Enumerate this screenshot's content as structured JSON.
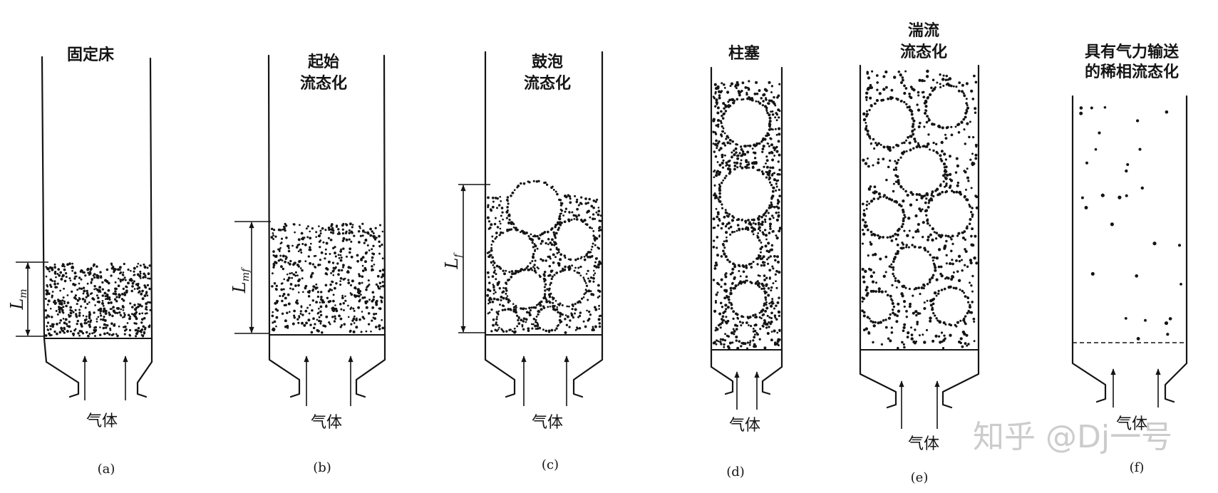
{
  "panels": {
    "a": {
      "title": [
        "固定床"
      ],
      "height_label": {
        "symbol": "L",
        "subscript": "m"
      },
      "gas_label": "气体",
      "caption": "(a)"
    },
    "b": {
      "title": [
        "起始",
        "流态化"
      ],
      "height_label": {
        "symbol": "L",
        "subscript": "mf"
      },
      "gas_label": "气体",
      "caption": "(b)"
    },
    "c": {
      "title": [
        "鼓泡",
        "流态化"
      ],
      "height_label": {
        "symbol": "L",
        "subscript": "f"
      },
      "gas_label": "气体",
      "caption": "(c)"
    },
    "d": {
      "title": [
        "柱塞"
      ],
      "gas_label": "气体",
      "caption": "(d)"
    },
    "e": {
      "title": [
        "湍流",
        "流态化"
      ],
      "gas_label": "气体",
      "caption": "(e)"
    },
    "f": {
      "title": [
        "具有气力输送",
        "的稀相流态化"
      ],
      "gas_label": "气体",
      "caption": "(f)"
    }
  },
  "watermark": "知乎 @Dj一号",
  "colors": {
    "ink": "#141414",
    "background": "#ffffff",
    "watermark": "#cccccc"
  }
}
